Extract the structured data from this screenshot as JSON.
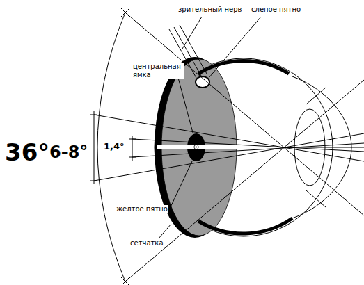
{
  "diagram": {
    "labels": [
      "зрительный нерв",
      "слепое пятно",
      "центральная ямка",
      "желтое пятно",
      "сетчатка",
      "36°",
      "6-8°",
      "1,4°"
    ]
  }
}
